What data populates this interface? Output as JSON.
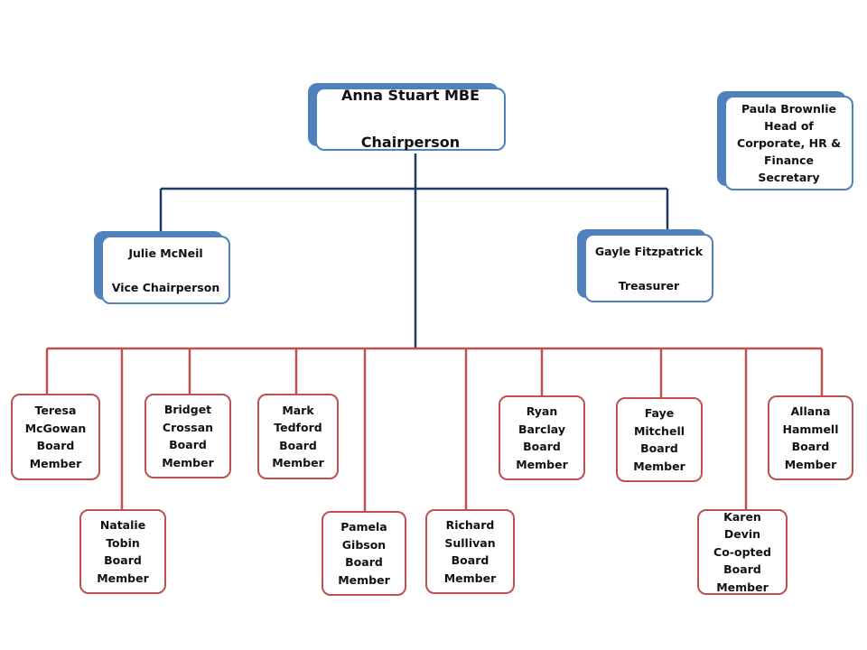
{
  "chairperson": {
    "name": "Anna Stuart MBE",
    "role": "Chairperson"
  },
  "secretary": {
    "text": "Paula Brownlie\nHead of\nCorporate, HR &\nFinance\nSecretary"
  },
  "vice_chair": {
    "name": "Julie McNeil",
    "role": "Vice Chairperson"
  },
  "treasurer": {
    "name": "Gayle Fitzpatrick",
    "role": "Treasurer"
  },
  "members": [
    {
      "text": "Teresa\nMcGowan\nBoard\nMember"
    },
    {
      "text": "Natalie\nTobin\nBoard\nMember"
    },
    {
      "text": "Bridget\nCrossan\nBoard\nMember"
    },
    {
      "text": "Mark\nTedford\nBoard\nMember"
    },
    {
      "text": "Pamela\nGibson\nBoard\nMember"
    },
    {
      "text": "Richard\nSullivan\nBoard\nMember"
    },
    {
      "text": "Ryan\nBarclay\nBoard\nMember"
    },
    {
      "text": "Faye\nMitchell\nBoard\nMember"
    },
    {
      "text": "Karen\nDevin\nCo-opted\nBoard\nMember"
    },
    {
      "text": "Allana\nHammell\nBoard\nMember"
    }
  ],
  "colors": {
    "blue_border": "#4f81bd",
    "blue_line": "#1f3864",
    "red": "#c0504d"
  }
}
